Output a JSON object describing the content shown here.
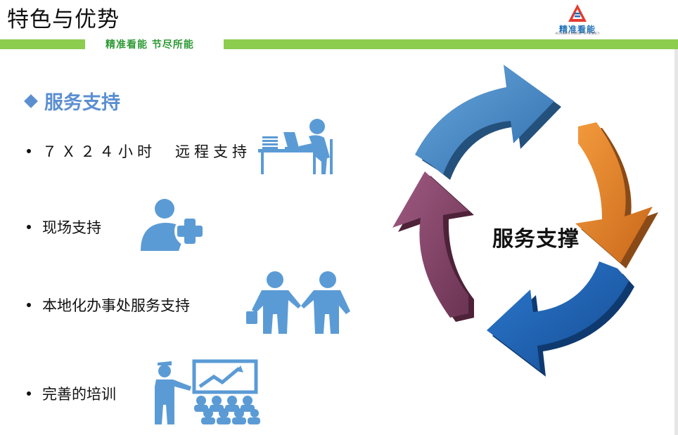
{
  "header": {
    "title": "特色与优势",
    "tagline": "精准看能 节尽所能"
  },
  "logo": {
    "text": "精准看能",
    "subtext": "ACCURATE ENERGY EFFICIENCY"
  },
  "colors": {
    "band": "#8ccc4f",
    "accent": "#5b8fd0",
    "arrow_blue_light": "#3f86c8",
    "arrow_orange": "#e98a2c",
    "arrow_blue_dark": "#1f63b5",
    "arrow_purple": "#8a4a6e"
  },
  "section": {
    "heading": "服务支持"
  },
  "items": [
    {
      "text": "７Ｘ２４小时　远程支持",
      "icon": "remote-desk-icon"
    },
    {
      "text": "现场支持",
      "icon": "add-user-icon"
    },
    {
      "text": "本地化办事处服务支持",
      "icon": "handshake-icon"
    },
    {
      "text": "完善的培训",
      "icon": "training-icon"
    }
  ],
  "diagram": {
    "center_label": "服务支撑"
  }
}
